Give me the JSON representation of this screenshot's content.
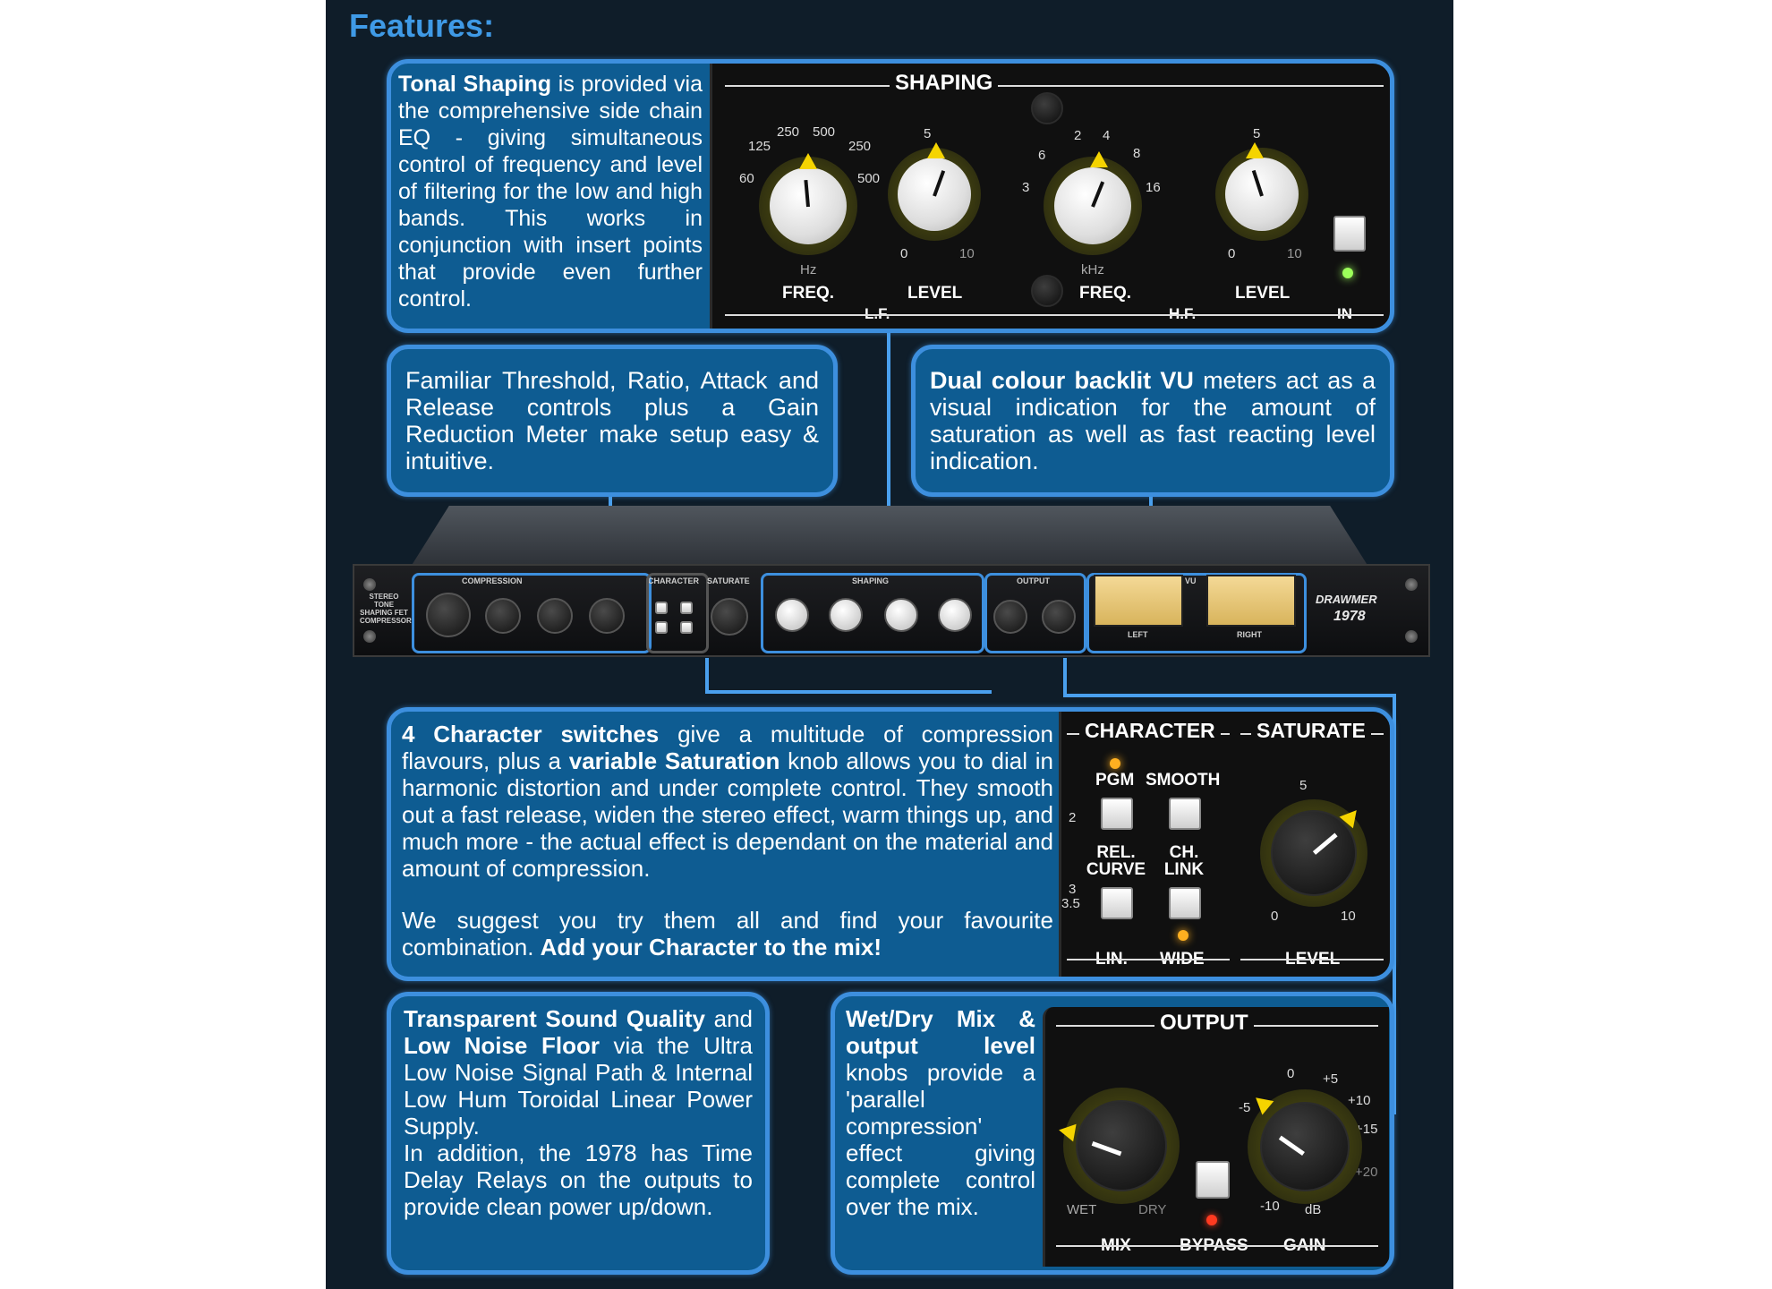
{
  "heading": "Features:",
  "tonal": {
    "text_bold": "Tonal Shaping",
    "text_rest": " is provided via the comprehensive side chain EQ - giving simultaneous control of frequency and level of filtering for the low and high bands. This works in conjunction with insert points that provide even further control.",
    "panel_title": "SHAPING",
    "lf_scale": [
      "60",
      "125",
      "250",
      "500"
    ],
    "lf_scale_right": [
      "250",
      "500"
    ],
    "lf_unit": "Hz",
    "hf_scale": [
      "3",
      "6",
      "2",
      "4",
      "8",
      "16"
    ],
    "hf_unit": "kHz",
    "level_scale": [
      "5",
      "0",
      "10"
    ],
    "labels": {
      "freq": "FREQ.",
      "level": "LEVEL",
      "lf": "L.F.",
      "hf": "H.F.",
      "in": "IN"
    }
  },
  "threshold": {
    "text": "Familiar Threshold, Ratio, Attack and Release controls plus a Gain Reduction Meter make setup easy & intuitive."
  },
  "vu": {
    "text_bold": "Dual colour backlit VU",
    "text_rest": " meters act as a visual indication for the amount of saturation as well as fast reacting level indication."
  },
  "rack": {
    "brand": "DRAWMER",
    "model": "1978",
    "side_label": "STEREO TONE SHAPING FET COMPRESSOR",
    "sections": [
      "COMPRESSION",
      "CHARACTER",
      "SATURATE",
      "SHAPING",
      "OUTPUT",
      "VU"
    ],
    "meter_labels": [
      "LEFT",
      "RIGHT"
    ]
  },
  "character": {
    "text1_bold1": "4 Character switches",
    "text1_mid1": " give a multitude of compression flavours, plus a ",
    "text1_bold2": "variable Saturation",
    "text1_rest": " knob allows you to dial in harmonic distortion and under complete control. They smooth out a fast release, widen the stereo effect, warm things up, and much more - the actual effect is dependant on the material and amount of compression.",
    "text2_start": "We suggest you try them all and find your favourite combination. ",
    "text2_bold": "Add your Character to the mix!",
    "panel_title": "CHARACTER",
    "saturate_title": "SATURATE",
    "switches": [
      "PGM",
      "SMOOTH",
      "REL. CURVE",
      "CH. LINK"
    ],
    "bottom": {
      "lin": "LIN.",
      "wide": "WIDE",
      "level": "LEVEL"
    },
    "sat_scale": [
      "5",
      "0",
      "10"
    ],
    "edge_scale": [
      "2",
      "3",
      "3.5"
    ]
  },
  "transparent": {
    "bold1": "Transparent Sound Quality",
    "mid1": " and ",
    "bold2": "Low Noise Floor",
    "rest1": " via the Ultra Low Noise Signal Path & Internal Low Hum Toroidal Linear Power Supply.",
    "rest2": "In addition, the 1978 has Time Delay Relays on the outputs to provide clean power up/down."
  },
  "wetdry": {
    "bold": "Wet/Dry Mix & output level",
    "rest": " knobs provide a 'parallel compression' effect giving complete control over the mix.",
    "panel_title": "OUTPUT",
    "wet": "WET",
    "dry": "DRY",
    "gain_scale": [
      "-5",
      "0",
      "+5",
      "+10",
      "+15",
      "+20",
      "-10"
    ],
    "db": "dB",
    "bottom": {
      "mix": "MIX",
      "bypass": "BYPASS",
      "gain": "GAIN"
    }
  },
  "colors": {
    "box_fill": "#0e5c92",
    "box_border": "#3d8fde",
    "background": "#0f1d29",
    "heading": "#3f9ae6",
    "knob_marker": "#f5d400"
  }
}
